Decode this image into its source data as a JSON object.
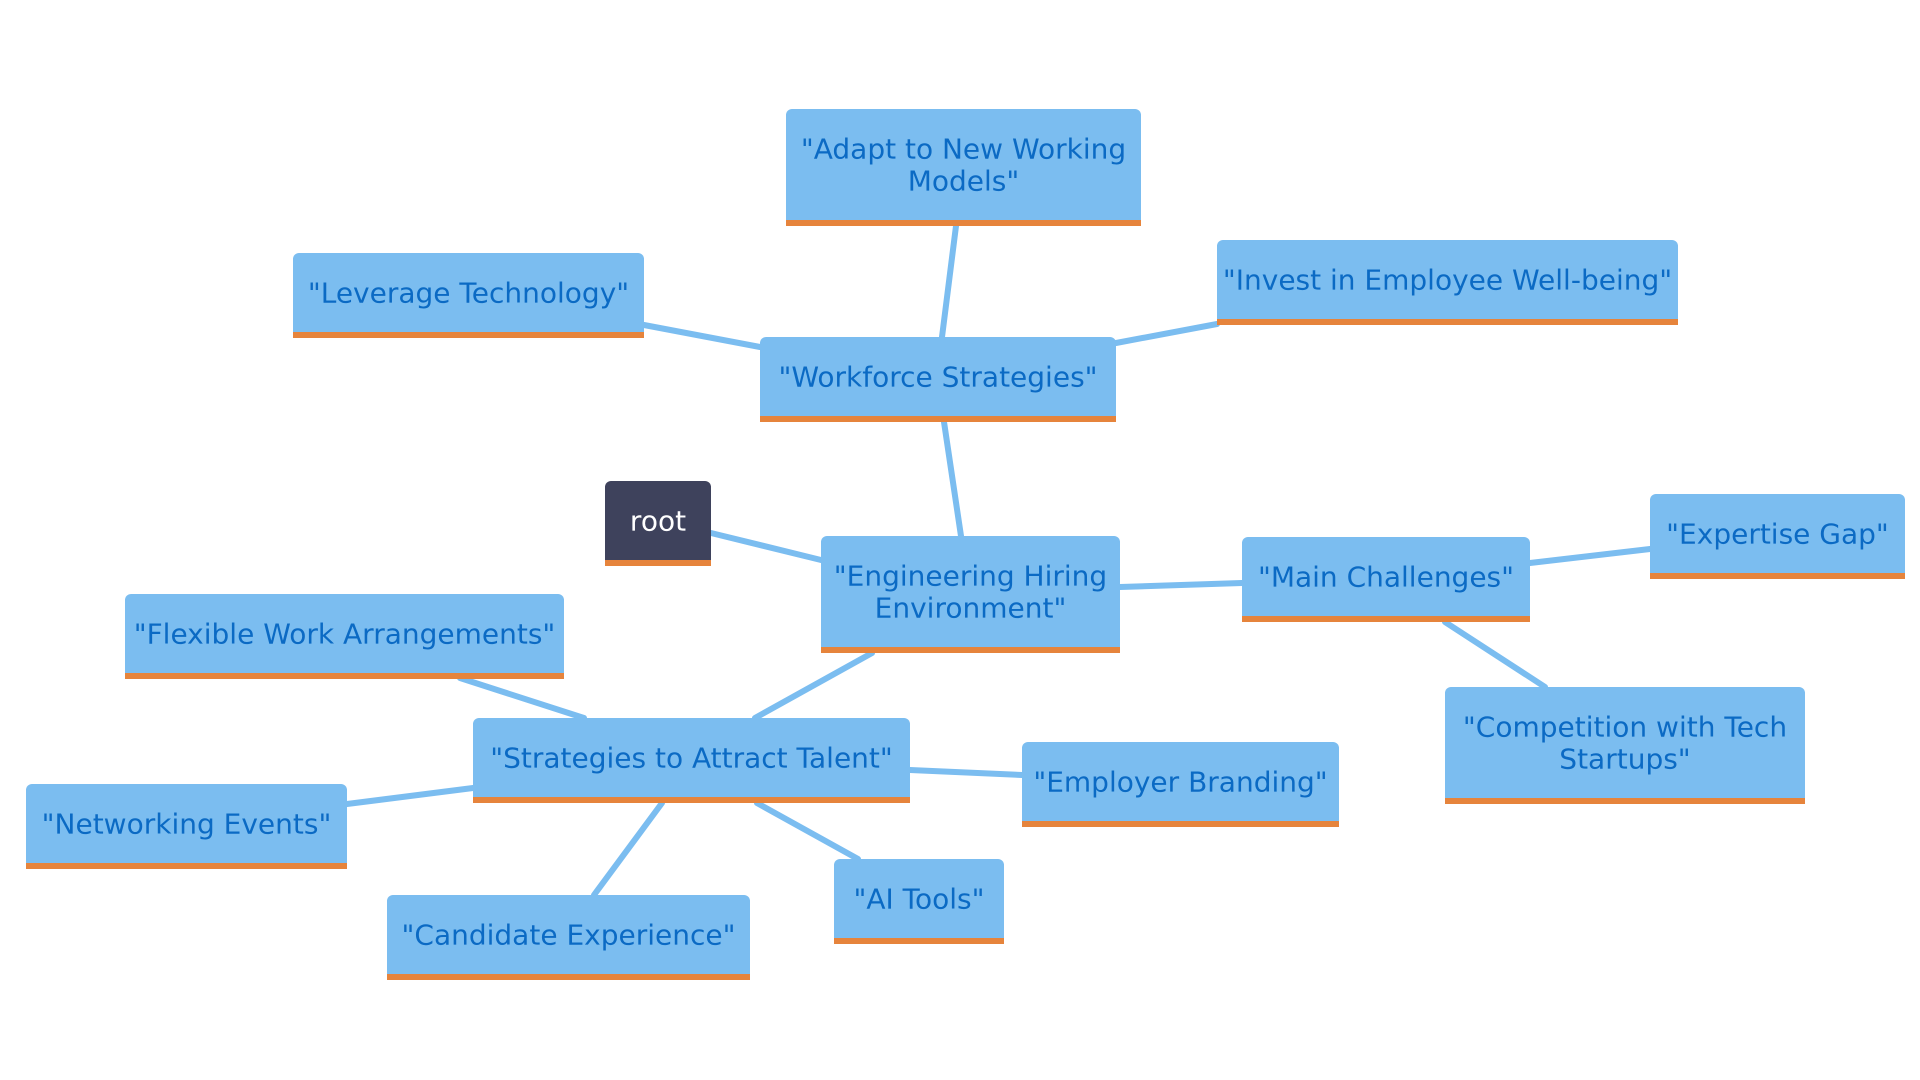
{
  "colors": {
    "background": "#ffffff",
    "node_fill": "#7bbdf0",
    "node_text": "#0b6ac4",
    "node_accent": "#e6843c",
    "edge": "#7bbdf0",
    "root_fill": "#3e425c",
    "root_text": "#ffffff"
  },
  "nodes": {
    "root": {
      "label": "root"
    },
    "hiring": {
      "lines": [
        "\"Engineering Hiring",
        "Environment\""
      ]
    },
    "workforce": {
      "lines": [
        "\"Workforce Strategies\""
      ]
    },
    "adapt": {
      "lines": [
        "\"Adapt to New Working",
        "Models\""
      ]
    },
    "leverage": {
      "lines": [
        "\"Leverage Technology\""
      ]
    },
    "invest": {
      "lines": [
        "\"Invest in Employee Well-being\""
      ]
    },
    "challenges": {
      "lines": [
        "\"Main Challenges\""
      ]
    },
    "expertise": {
      "lines": [
        "\"Expertise Gap\""
      ]
    },
    "competition": {
      "lines": [
        "\"Competition with Tech",
        "Startups\""
      ]
    },
    "attract": {
      "lines": [
        "\"Strategies to Attract Talent\""
      ]
    },
    "flexible": {
      "lines": [
        "\"Flexible Work Arrangements\""
      ]
    },
    "networking": {
      "lines": [
        "\"Networking Events\""
      ]
    },
    "candidate": {
      "lines": [
        "\"Candidate Experience\""
      ]
    },
    "ai": {
      "lines": [
        "\"AI Tools\""
      ]
    },
    "branding": {
      "lines": [
        "\"Employer Branding\""
      ]
    }
  },
  "edges": [
    [
      "root",
      "hiring"
    ],
    [
      "hiring",
      "workforce"
    ],
    [
      "workforce",
      "adapt"
    ],
    [
      "workforce",
      "leverage"
    ],
    [
      "workforce",
      "invest"
    ],
    [
      "hiring",
      "challenges"
    ],
    [
      "challenges",
      "expertise"
    ],
    [
      "challenges",
      "competition"
    ],
    [
      "hiring",
      "attract"
    ],
    [
      "attract",
      "flexible"
    ],
    [
      "attract",
      "networking"
    ],
    [
      "attract",
      "candidate"
    ],
    [
      "attract",
      "ai"
    ],
    [
      "attract",
      "branding"
    ]
  ]
}
